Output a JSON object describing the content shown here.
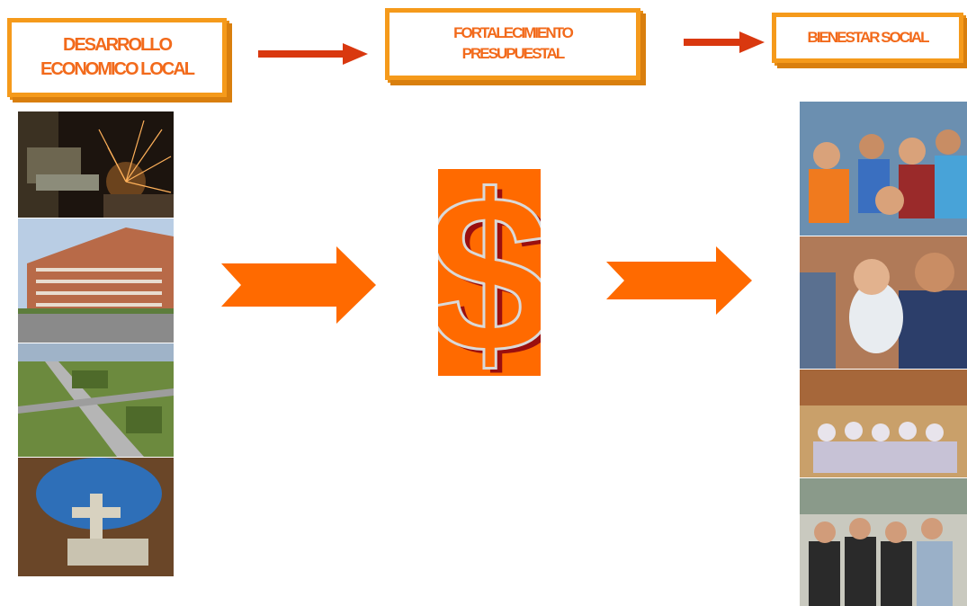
{
  "steps": [
    {
      "line1": "DESARROLLO",
      "line2": "ECONOMICO LOCAL"
    },
    {
      "line1": "FORTALECIMIENTO",
      "line2": "PRESUPUESTAL"
    },
    {
      "line1": "BIENESTAR SOCIAL"
    }
  ],
  "currency_symbol": "$",
  "colors": {
    "box_border": "#f59a1b",
    "box_text": "#f26a1b",
    "small_arrow": "#d9380f",
    "big_arrow": "#ff6a00",
    "dollar_bg": "#ff6a00",
    "dollar_shadow": "#9a0f0f"
  }
}
